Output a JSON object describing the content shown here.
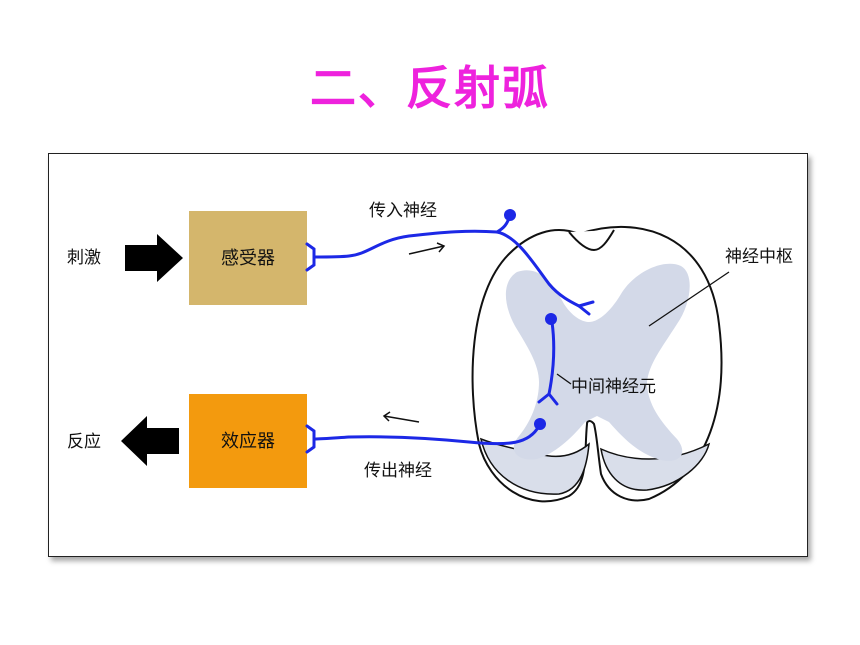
{
  "title": "二、反射弧",
  "colors": {
    "title": "#ee22dd",
    "receptor_box": "#d4b66c",
    "effector_box": "#f39a0e",
    "nerve": "#1c28e6",
    "gray_matter": "#d3d9e8",
    "arrow": "#000000"
  },
  "diagram": {
    "stimulus_label": "刺激",
    "response_label": "反应",
    "receptor_label": "感受器",
    "effector_label": "效应器",
    "afferent_label": "传入神经",
    "efferent_label": "传出神经",
    "center_label": "神经中枢",
    "interneuron_label": "中间神经元"
  }
}
